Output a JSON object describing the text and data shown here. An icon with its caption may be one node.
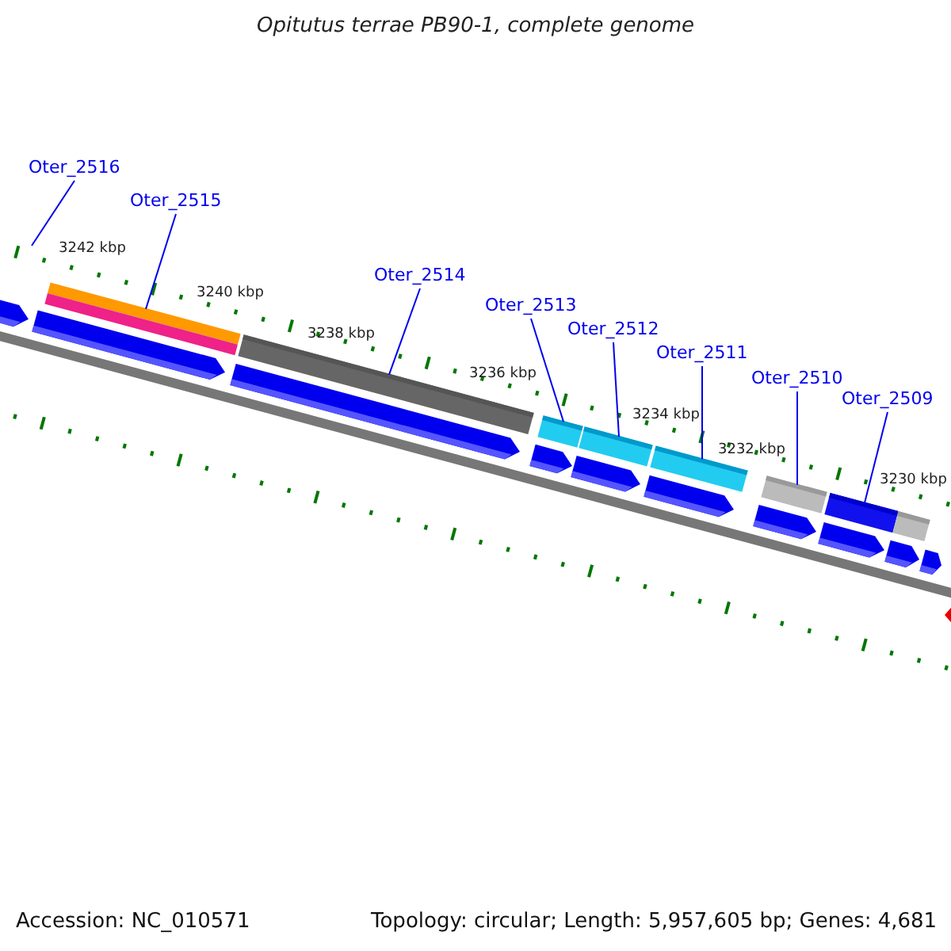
{
  "diagram": {
    "title": "Opitutus terrae PB90-1, complete genome",
    "nodes": [
      {
        "text": [
          "Oter_2516"
        ]
      },
      {
        "text": [
          "Oter_2515"
        ]
      },
      {
        "text": [
          "Oter_2514"
        ]
      },
      {
        "text": [
          "Oter_2513"
        ]
      },
      {
        "text": [
          "Oter_2512"
        ]
      },
      {
        "text": [
          "Oter_2511"
        ]
      },
      {
        "text": [
          "Oter_2510"
        ]
      },
      {
        "text": [
          "Oter_2509"
        ]
      },
      {
        "text": [],
        "shape": "bar"
      },
      {
        "text": [],
        "shape": "bar"
      },
      {
        "text": [],
        "shape": "bar"
      },
      {
        "text": [],
        "shape": "bar"
      },
      {
        "text": [],
        "shape": "bar"
      },
      {
        "text": [],
        "shape": "bar"
      },
      {
        "text": [],
        "shape": "bar"
      }
    ],
    "edges": [
      {
        "from": 0,
        "to": null,
        "arrow": "none"
      },
      {
        "from": 1,
        "to": 8,
        "arrow": "none"
      },
      {
        "from": 2,
        "to": 9,
        "arrow": "none"
      },
      {
        "from": 3,
        "to": 10,
        "arrow": "none"
      },
      {
        "from": 4,
        "to": 11,
        "arrow": "none"
      },
      {
        "from": 5,
        "to": 12,
        "arrow": "none"
      },
      {
        "from": 6,
        "to": 13,
        "arrow": "none"
      },
      {
        "from": 7,
        "to": 14,
        "arrow": "none"
      }
    ],
    "labels": [
      "3242 kbp",
      "3240 kbp",
      "3238 kbp",
      "3236 kbp",
      "3234 kbp",
      "3232 kbp",
      "3230 kbp",
      "Accession: NC_010571",
      "Topology: circular; Length: 5,957,605 bp; Genes: 4,681"
    ]
  }
}
